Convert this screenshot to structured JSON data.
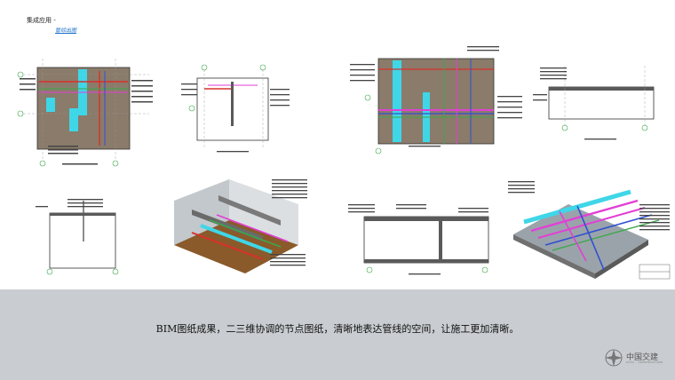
{
  "header": {
    "title": "集成应用 -",
    "subtitle": "管综出图"
  },
  "caption": "BIM图纸成果，二三维协调的节点图纸，清晰地表达管线的空间，让施工更加清晰。",
  "brand": {
    "name": "中国交建",
    "subname": "CCCC · CONSTRUCTION",
    "icon": "compass-star-icon"
  },
  "colors": {
    "footer_bg": "#c9ccd0",
    "concrete": "#8a7b6a",
    "duct_cyan": "#3fd6e8",
    "pipe_red": "#d9302c",
    "pipe_magenta": "#e23fd6",
    "pipe_green": "#3ca84a",
    "pipe_blue": "#3050d0",
    "wall_dark": "#5a5a5a"
  }
}
